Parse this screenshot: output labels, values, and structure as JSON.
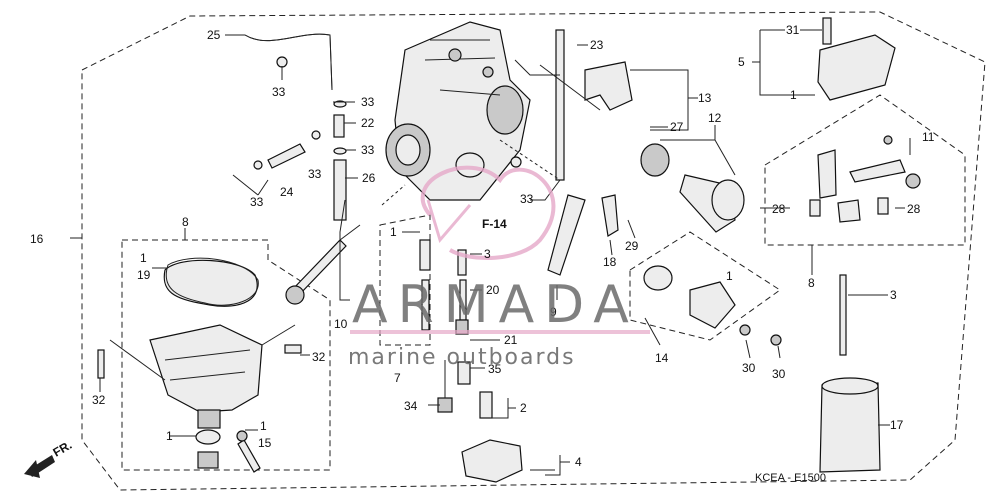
{
  "callouts": {
    "c1a": "1",
    "c1b": "1",
    "c1c": "1",
    "c1d": "1",
    "c1e": "1",
    "c1f": "1",
    "c2": "2",
    "c3a": "3",
    "c3b": "3",
    "c4": "4",
    "c5": "5",
    "c8a": "8",
    "c8b": "8",
    "c9": "9",
    "c10": "10",
    "c11": "11",
    "c12": "12",
    "c13": "13",
    "c14": "14",
    "c15": "15",
    "c16": "16",
    "c17": "17",
    "c18": "18",
    "c19": "19",
    "c20": "20",
    "c21": "21",
    "c22": "22",
    "c23": "23",
    "c24": "24",
    "c25": "25",
    "c26": "26",
    "c27": "27",
    "c28a": "28",
    "c28b": "28",
    "c29": "29",
    "c30a": "30",
    "c30b": "30",
    "c31": "31",
    "c32a": "32",
    "c32b": "32",
    "c33a": "33",
    "c33b": "33",
    "c33c": "33",
    "c33d": "33",
    "c33e": "33",
    "c33f": "33",
    "c34": "34",
    "c35": "35",
    "c7": "7",
    "f14": "F-14",
    "fr": "FR.",
    "diagram_code": "KCEA - E1500"
  },
  "watermark": {
    "brand": "ARMADA",
    "tagline": "marine outboards"
  },
  "colors": {
    "watermark_accent": "#e5a8c8",
    "watermark_text": "#6b6b6b",
    "line": "#222222"
  }
}
